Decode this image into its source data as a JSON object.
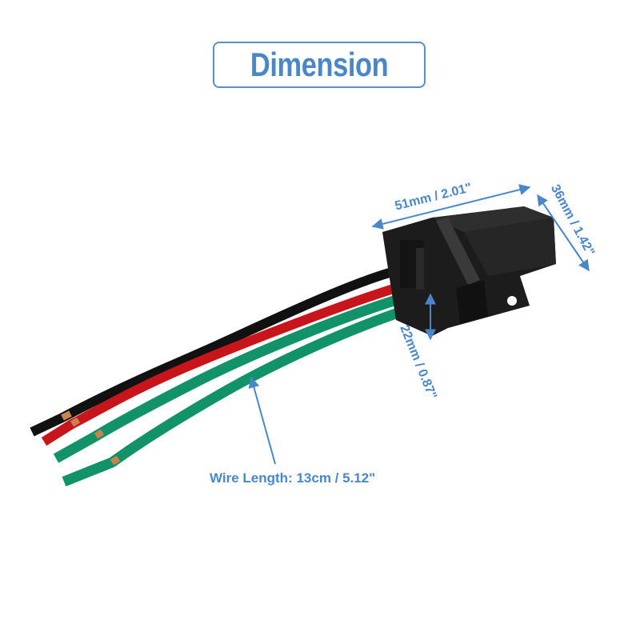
{
  "title": "Dimension",
  "dimensions": {
    "length": "51mm / 2.01\"",
    "depth": "36mm / 1.42\"",
    "height": "22mm / 0.87\"",
    "wire_length": "Wire Length: 13cm / 5.12\""
  },
  "colors": {
    "accent": "#4a87c8",
    "connector": "#1c1c1c",
    "wire_black": "#111111",
    "wire_red": "#c8151b",
    "wire_green": "#119268",
    "copper": "#c8844a"
  }
}
